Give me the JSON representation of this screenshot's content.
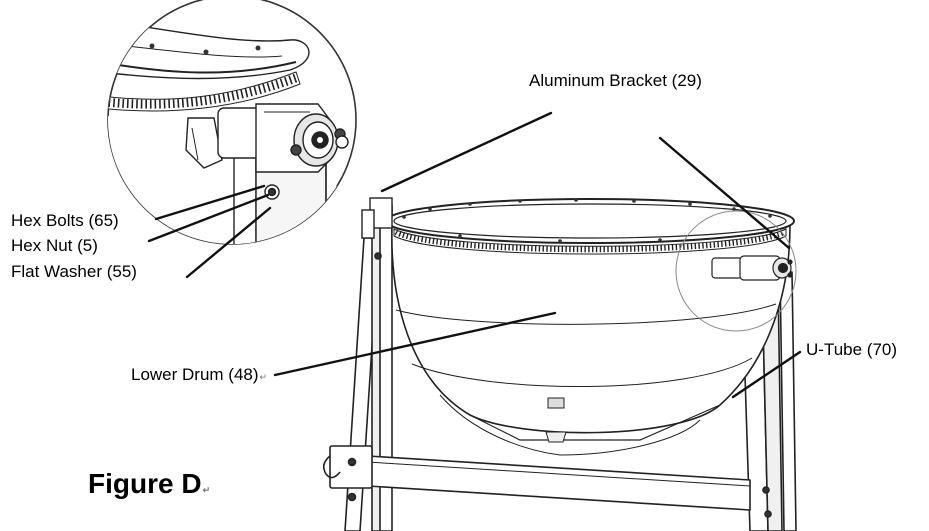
{
  "labels": {
    "aluminum_bracket": "Aluminum Bracket (29)",
    "hex_bolts": "Hex Bolts (65)",
    "hex_nut": "Hex Nut (5)",
    "flat_washer": "Flat Washer (55)",
    "lower_drum": "Lower Drum (48)",
    "u_tube": "U-Tube (70)",
    "figure": "Figure D",
    "return_mark": "↵"
  }
}
